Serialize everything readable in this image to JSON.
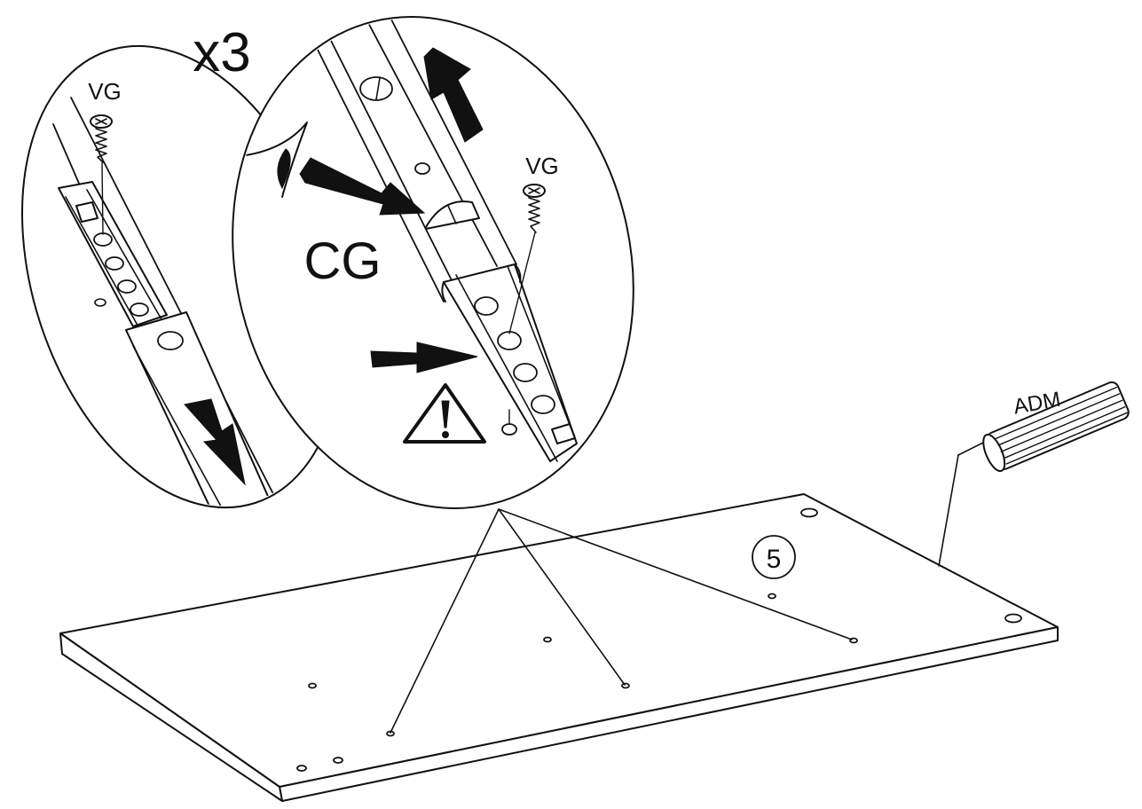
{
  "labels": {
    "multiplier": "x3",
    "screw_left": "VG",
    "screw_right": "VG",
    "clip_label": "CG",
    "dowel_label": "ADM",
    "part_number": "5"
  },
  "colors": {
    "line": "#111111",
    "background": "#ffffff"
  },
  "icons": {
    "warning": "warning-triangle-icon",
    "eye": "eye-icon"
  }
}
